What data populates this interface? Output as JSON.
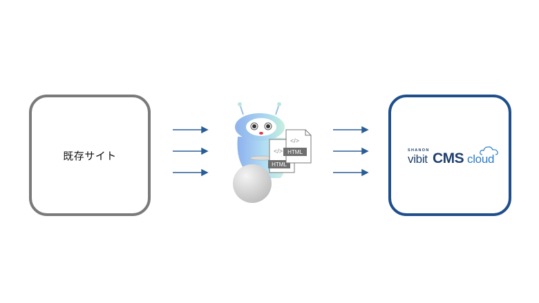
{
  "diagram": {
    "left_box": {
      "label": "既存サイト"
    },
    "center": {
      "doc_front_label": "HTML",
      "doc_back_label": "HTML",
      "code_glyph": "</>"
    },
    "right_box": {
      "logo_top": "SHANON",
      "logo_vibit": "vibit",
      "logo_cms": "CMS",
      "logo_cloud": "cloud"
    }
  },
  "colors": {
    "left_border": "#7a7a7a",
    "right_border": "#1f4f8b",
    "arrow": "#2a5d95",
    "logo_dark": "#1f3f6e",
    "logo_light": "#2b7cc7"
  }
}
